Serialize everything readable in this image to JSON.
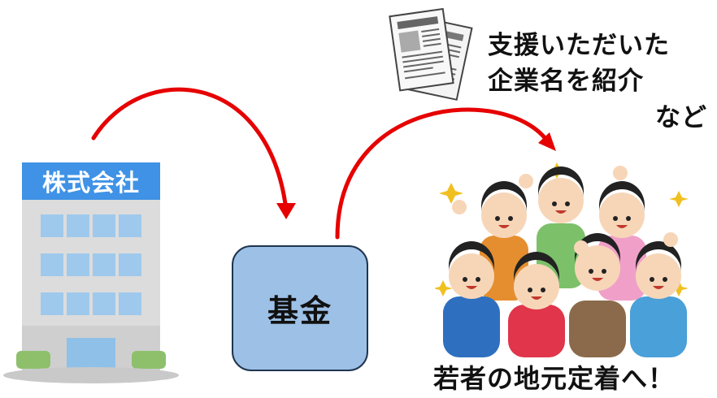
{
  "company": {
    "sign_label": "株式会社"
  },
  "fund": {
    "label": "基金"
  },
  "newspaper_caption": {
    "line1": "支援いただいた",
    "line2": "企業名を紹介",
    "line3": "など"
  },
  "youth_caption": "若者の地元定着へ！",
  "colors": {
    "arrow": "#e60000",
    "fund_fill": "#9dc0e6",
    "fund_border": "#1f3550",
    "company_sign": "#3f92e6"
  },
  "icons": [
    "newspaper-icon",
    "office-building-icon",
    "cheering-youth-group-icon"
  ]
}
